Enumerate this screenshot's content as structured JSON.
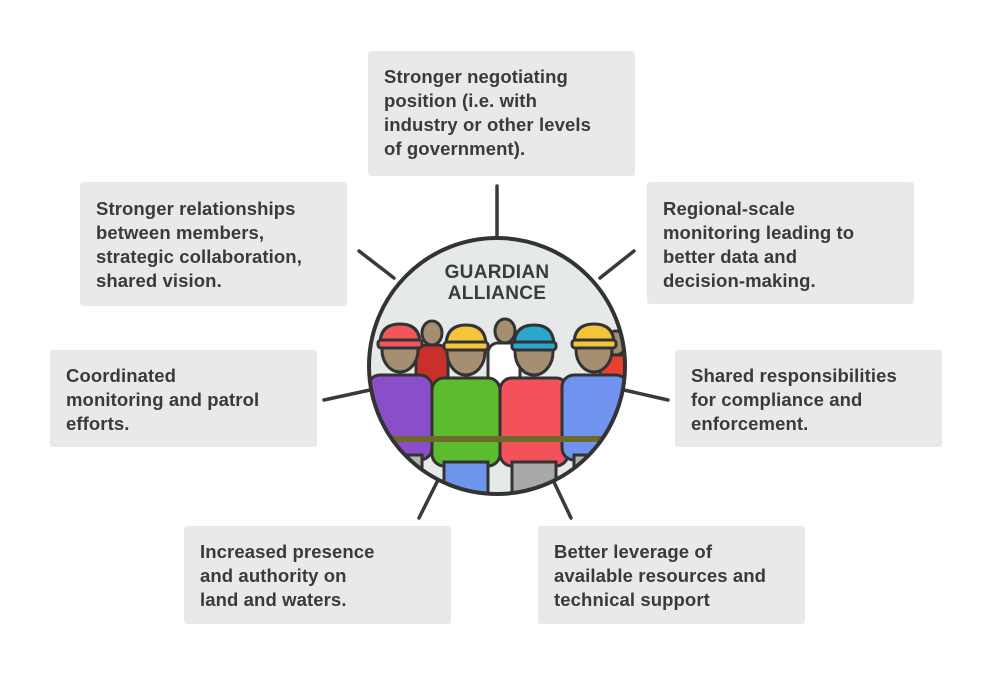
{
  "hub": {
    "title_line1": "GUARDIAN",
    "title_line2": "ALLIANCE",
    "illustration": "group-of-guardians-illustration",
    "figures": [
      {
        "role": "front",
        "cap_color": "#f2555a",
        "shirt_color": "#8a4fc8",
        "pants_color": "#b5b5b5"
      },
      {
        "role": "front",
        "cap_color": "#f4c53a",
        "shirt_color": "#5dbb2e",
        "pants_color": "#6e94ec"
      },
      {
        "role": "front",
        "cap_color": "#2aa7cf",
        "shirt_color": "#f4525a",
        "pants_color": "#a9a9a9"
      },
      {
        "role": "front",
        "cap_color": "#f4c53a",
        "shirt_color": "#6f93ef",
        "pants_color": "#b2b2b2"
      },
      {
        "role": "back",
        "shirt_color": "#c9302c"
      },
      {
        "role": "back",
        "shirt_color": "#ffffff"
      },
      {
        "role": "back",
        "shirt_color": "#e8412f"
      }
    ]
  },
  "benefits": [
    {
      "id": "negotiating",
      "lines": [
        "Stronger negotiating",
        "position (i.e. with",
        "industry or other levels",
        "of government)."
      ]
    },
    {
      "id": "relationships",
      "lines": [
        "Stronger relationships",
        "between members,",
        "strategic collaboration,",
        "shared vision."
      ]
    },
    {
      "id": "regional-monitoring",
      "lines": [
        "Regional-scale",
        "monitoring leading to",
        "better data and",
        "decision-making."
      ]
    },
    {
      "id": "coordinated-monitoring",
      "lines": [
        "Coordinated",
        "monitoring and patrol",
        "efforts."
      ]
    },
    {
      "id": "shared-responsibilities",
      "lines": [
        "Shared responsibilities",
        "for compliance and",
        "enforcement."
      ]
    },
    {
      "id": "presence-authority",
      "lines": [
        "Increased presence",
        "and authority on",
        "land and waters."
      ]
    },
    {
      "id": "leverage-resources",
      "lines": [
        "Better leverage of",
        "available resources and",
        "technical support"
      ]
    }
  ],
  "colors": {
    "box_background": "#e7e9ea",
    "text": "#3a3a3a",
    "connector": "#3a3a3a",
    "hub_background": "#e6e9ea"
  }
}
